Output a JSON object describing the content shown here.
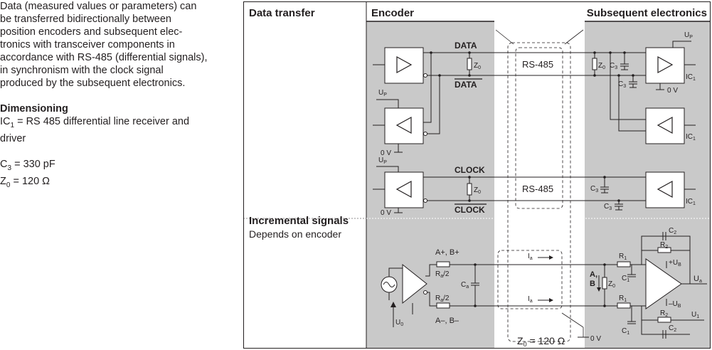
{
  "description": {
    "intro": [
      "Data (measured values or parameters) can",
      "be transferred bidirectionally between",
      "position encoders and subsequent elec-",
      "tronics with transceiver components in",
      "accordance with RS-485 (differential signals),",
      "in synchronism with the clock signal",
      "produced by the subsequent electronics."
    ],
    "dimensioning_heading": "Dimensioning",
    "ic_line1": "IC",
    "ic_line1_sub": "1",
    "ic_line1_rest": " = RS 485 differential line receiver and",
    "ic_line2": "driver",
    "c3_main": "C",
    "c3_sub": "3",
    "c3_rest": " = 330 pF",
    "z0_main": "Z",
    "z0_sub": "0",
    "z0_rest": " = 120 Ω"
  },
  "diagram": {
    "data_transfer_heading": "Data transfer",
    "encoder_heading": "Encoder",
    "subsequent_heading": "Subsequent electronics",
    "incremental_heading": "Incremental signals",
    "incremental_sub": "Depends on encoder",
    "data_label": "DATA",
    "data_bar_label": "DATA",
    "clock_label": "CLOCK",
    "clock_bar_label": "CLOCK",
    "rs485_label": "RS-485",
    "rs485_label_2": "RS-485",
    "z0_symbol": "Z",
    "z0_sub": "0",
    "up_symbol": "U",
    "up_sub": "P",
    "zero_v": "0 V",
    "c3_symbol": "C",
    "c3_sub": "3",
    "ic1_symbol": "IC",
    "ic1_sub": "1",
    "a_plus_b_plus": "A+, B+",
    "a_minus_b_minus": "A–, B–",
    "ra2_symbol": "R",
    "ra2_sub": "a",
    "ra2_tail": "/2",
    "ca_symbol": "C",
    "ca_sub": "a",
    "ia_symbol": "I",
    "ia_sub": "a",
    "u0_symbol": "U",
    "u0_sub": "0",
    "r1_symbol": "R",
    "r1_sub": "1",
    "r2_symbol": "R",
    "r2_sub": "2",
    "c1_symbol": "C",
    "c1_sub": "1",
    "c2_symbol": "C",
    "c2_sub": "2",
    "ub_plus": "+U",
    "ub_minus": "–U",
    "ub_sub": "B",
    "ua_symbol": "U",
    "ua_sub": "a",
    "u1_symbol": "U",
    "u1_sub": "1",
    "ab_label": "A,",
    "ab_label_2": "B",
    "z0_bottom_main": "Z",
    "z0_bottom_sub": "0",
    "z0_bottom_rest": " = 120 Ω"
  },
  "colors": {
    "panel_gray": "#c9c9c9",
    "line": "#231f20",
    "box_fill": "#ffffff"
  }
}
